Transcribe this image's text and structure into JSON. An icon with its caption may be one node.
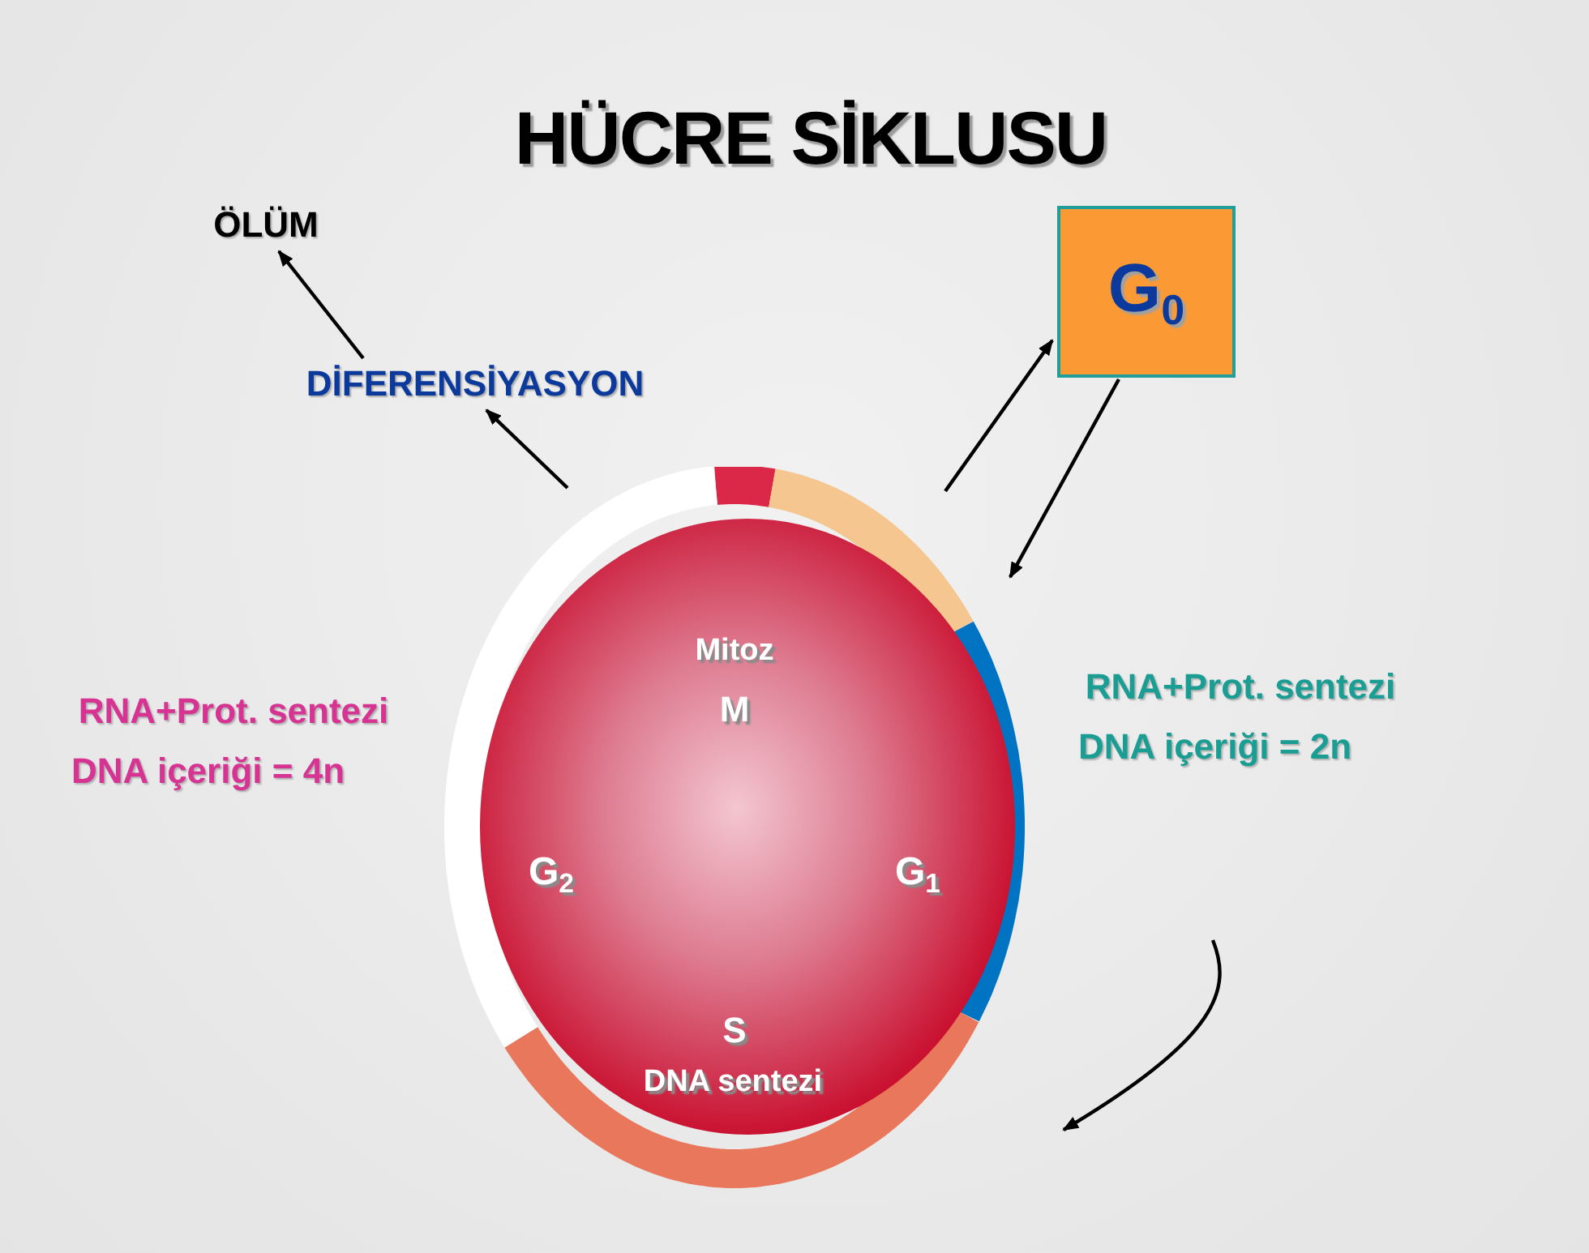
{
  "diagram": {
    "title": "HÜCRE SİKLUSU",
    "nodes": [
      {
        "text": [
          "ÖLÜM"
        ]
      },
      {
        "text": [
          "DİFERENSİYASYON"
        ]
      },
      {
        "text": [
          "G$_{0}$"
        ]
      },
      {
        "text": [
          "Mitoz",
          "M",
          "G$_{2}$",
          "G$_{1}$",
          "S",
          "DNA sentezi"
        ]
      }
    ],
    "edges": [
      {
        "from": 1,
        "to": 0,
        "arrow": "to"
      },
      {
        "from": 3,
        "to": 1,
        "arrow": "to"
      },
      {
        "from": 3,
        "to": 2,
        "arrow": "to"
      },
      {
        "from": 2,
        "to": 3,
        "arrow": "to"
      }
    ],
    "labels": [
      "RNA+Prot. sentezi",
      "DNA içeriği = 4n",
      "RNA+Prot. sentezi",
      "DNA içeriği = 2n"
    ]
  }
}
